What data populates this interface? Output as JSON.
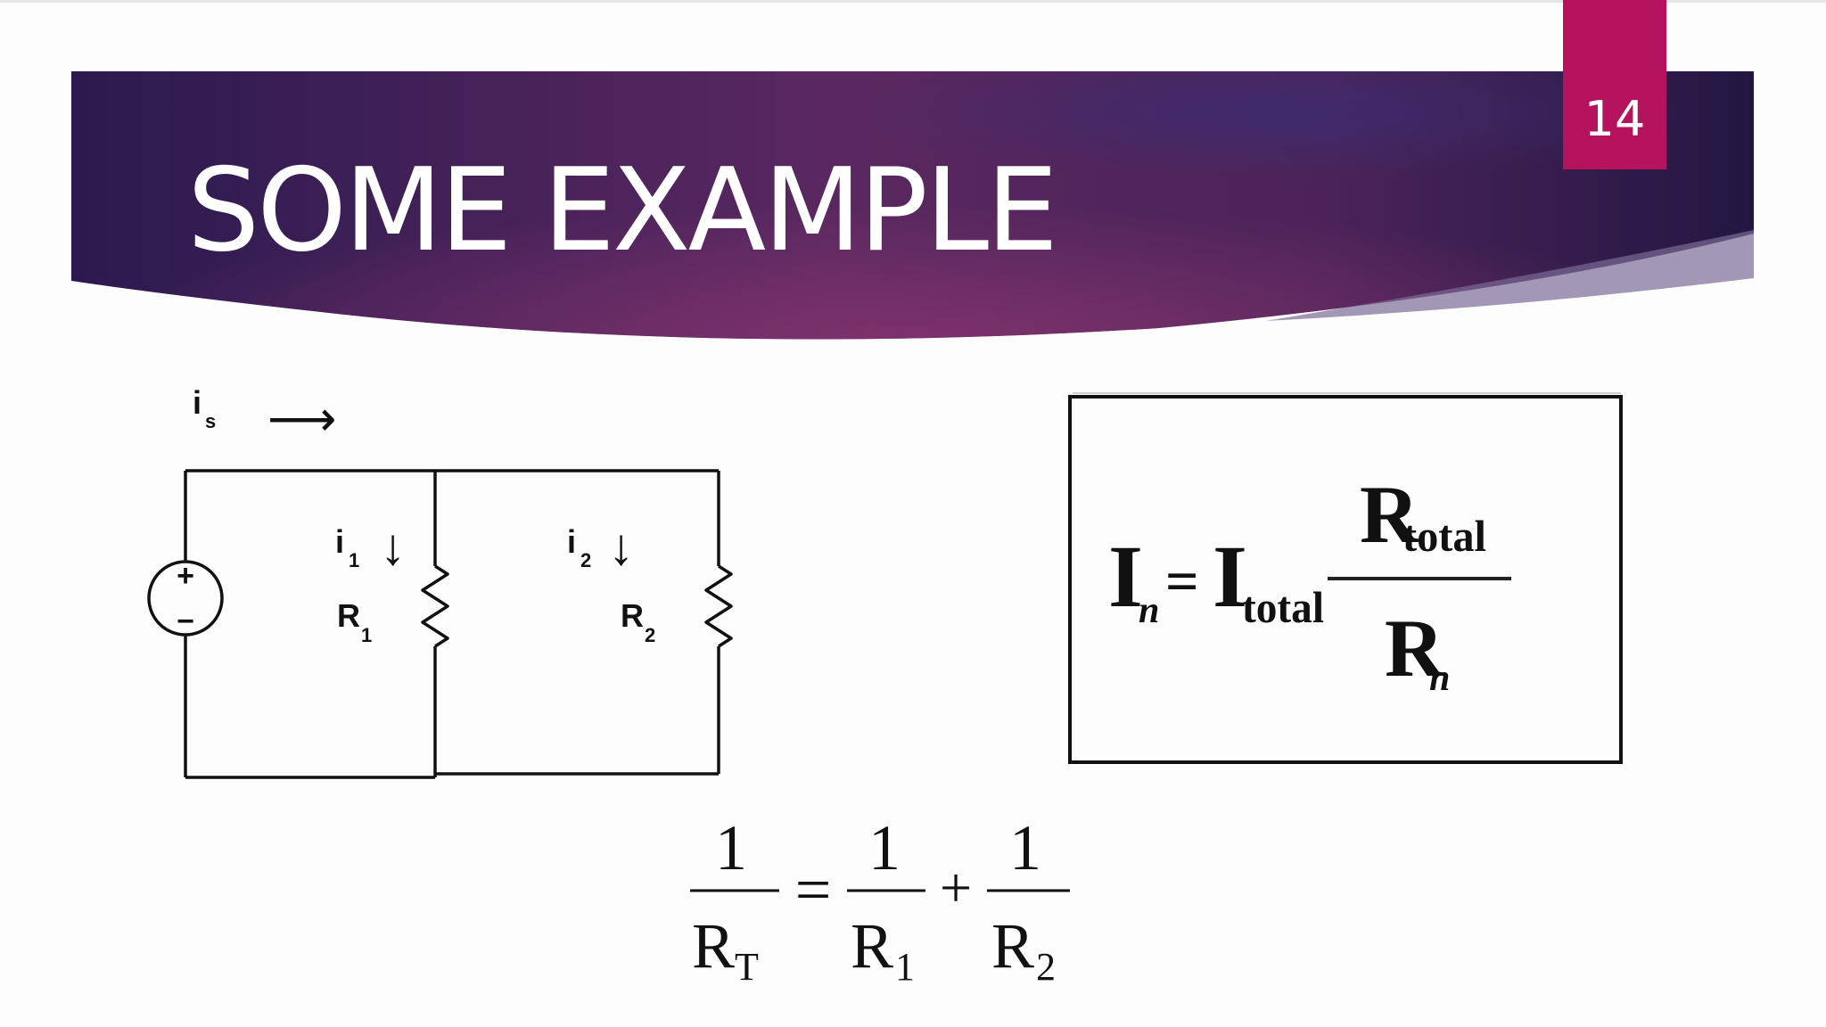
{
  "slide": {
    "title": "SOME EXAMPLE",
    "page_number": "14",
    "colors": {
      "banner_dark": "#2b1a4f",
      "banner_mid": "#6a2a66",
      "page_tab": "#b5135d",
      "title_text": "#ffffff"
    }
  },
  "circuit": {
    "source_current_label": "i",
    "source_current_subscript": "s",
    "source_plus": "+",
    "source_minus": "−",
    "branch1_current_label": "i",
    "branch1_current_subscript": "1",
    "branch2_current_label": "i",
    "branch2_current_subscript": "2",
    "resistor1_label": "R",
    "resistor1_subscript": "1",
    "resistor2_label": "R",
    "resistor2_subscript": "2",
    "arrow_right": "⟶",
    "arrow_down": "↓"
  },
  "current_divider": {
    "lhs_symbol": "I",
    "lhs_subscript": "n",
    "equals": "=",
    "rhs_symbol": "I",
    "rhs_subscript": "total",
    "numerator_symbol": "R",
    "numerator_subscript": "total",
    "denominator_symbol": "R",
    "denominator_subscript": "n"
  },
  "parallel_resistance": {
    "lhs_numerator": "1",
    "lhs_denominator": "R",
    "lhs_denominator_subscript": "T",
    "equals": "=",
    "term1_numerator": "1",
    "term1_denominator": "R",
    "term1_denominator_subscript": "1",
    "plus": "+",
    "term2_numerator": "1",
    "term2_denominator": "R",
    "term2_denominator_subscript": "2"
  }
}
